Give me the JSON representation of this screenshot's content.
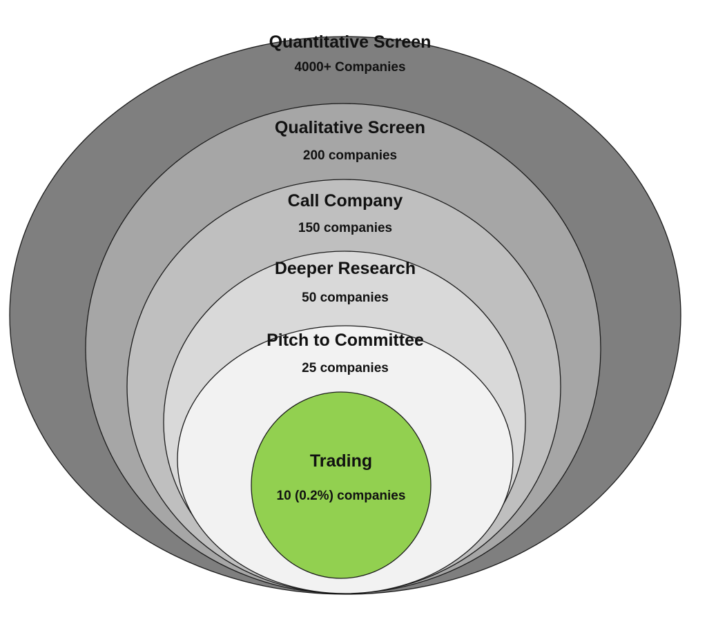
{
  "stages": [
    {
      "title": "Quantitative Screen",
      "count": "4000+ Companies",
      "color": "#7f7f7f"
    },
    {
      "title": "Qualitative Screen",
      "count": "200 companies",
      "color": "#a6a6a6"
    },
    {
      "title": "Call Company",
      "count": "150 companies",
      "color": "#bfbfbf"
    },
    {
      "title": "Deeper Research",
      "count": "50 companies",
      "color": "#d9d9d9"
    },
    {
      "title": "Pitch to Committee",
      "count": "25 companies",
      "color": "#f2f2f2"
    },
    {
      "title": "Trading",
      "count": "10 (0.2%) companies",
      "color": "#92d050"
    }
  ]
}
